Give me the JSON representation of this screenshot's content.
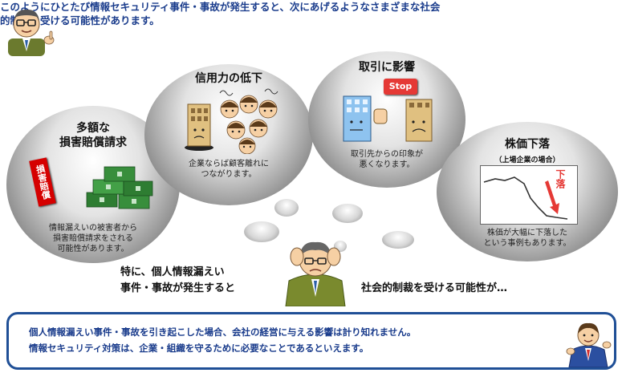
{
  "intro": {
    "line1": "このようにひとたび情報セキュリティ事件・事故が発生すると、次にあげるようなさまざまな社会",
    "line2": "的制裁を受ける可能性があります。"
  },
  "bubbles": {
    "damages": {
      "title1": "多額な",
      "title2": "損害賠償請求",
      "stamp": "損害賠償",
      "desc1": "情報漏えいの被害者から",
      "desc2": "損害賠償請求をされる",
      "desc3": "可能性があります。"
    },
    "trust": {
      "title": "信用力の低下",
      "desc1": "企業ならば顧客離れに",
      "desc2": "つながります。"
    },
    "business": {
      "title": "取引に影響",
      "stop": "Stop",
      "desc1": "取引先からの印象が",
      "desc2": "悪くなります。"
    },
    "stock": {
      "title": "株価下落",
      "subtitle": "（上場企業の場合）",
      "chart_label": "下落",
      "desc1": "株価が大幅に下落した",
      "desc2": "という事例もあります。"
    }
  },
  "center": {
    "line1": "特に、個人情報漏えい",
    "line2": "事件・事故が発生すると",
    "right": "社会的制裁を受ける可能性が…"
  },
  "summary": {
    "line1": "個人情報漏えい事件・事故を引き起こした場合、会社の経営に与える影響は計り知れません。",
    "line2": "情報セキュリティ対策は、企業・組織を守るために必要なことであるといえます。"
  },
  "colors": {
    "accent_text": "#1a3c8c",
    "panel_border": "#1f4f96",
    "money": "#2e7d32",
    "stamp": "#d50000",
    "stop": "#e53935"
  },
  "icons": [
    "teacher-icon",
    "money-icon",
    "building-icon",
    "worried-people-icon",
    "stop-sign-icon",
    "stock-chart-icon",
    "worried-man-icon",
    "businessman-icon"
  ]
}
